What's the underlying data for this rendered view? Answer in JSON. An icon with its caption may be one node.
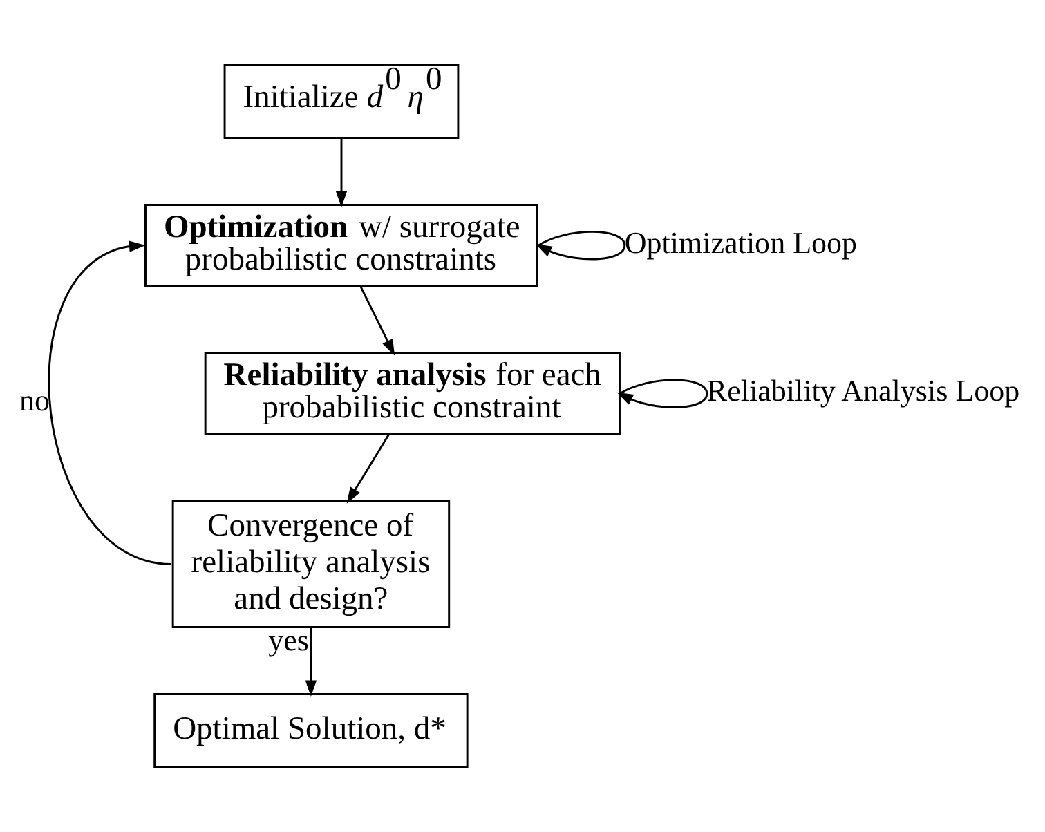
{
  "diagram": {
    "nodes": [
      {
        "text": [
          "Initialize *d*$^{0}$ *η*$^{0}$"
        ]
      },
      {
        "text": [
          "**Optimization** w/ surrogate probabilistic constraints"
        ]
      },
      {
        "text": [
          "**Reliability analysis** for each probabilistic constraint"
        ]
      },
      {
        "text": [
          "Convergence of reliability analysis and design?"
        ]
      },
      {
        "text": [
          "Optimal Solution, d*"
        ]
      }
    ],
    "edges": [
      {
        "from": 0,
        "to": 1,
        "arrow": "to"
      },
      {
        "from": 1,
        "to": 1,
        "arrow": "to",
        "label": "Optimization Loop"
      },
      {
        "from": 1,
        "to": 2,
        "arrow": "to"
      },
      {
        "from": 2,
        "to": 2,
        "arrow": "to",
        "label": "Reliability Analysis Loop"
      },
      {
        "from": 2,
        "to": 3,
        "arrow": "to"
      },
      {
        "from": 3,
        "to": 1,
        "arrow": "to",
        "label": "no"
      },
      {
        "from": 3,
        "to": 4,
        "arrow": "to",
        "label": "yes"
      }
    ]
  }
}
